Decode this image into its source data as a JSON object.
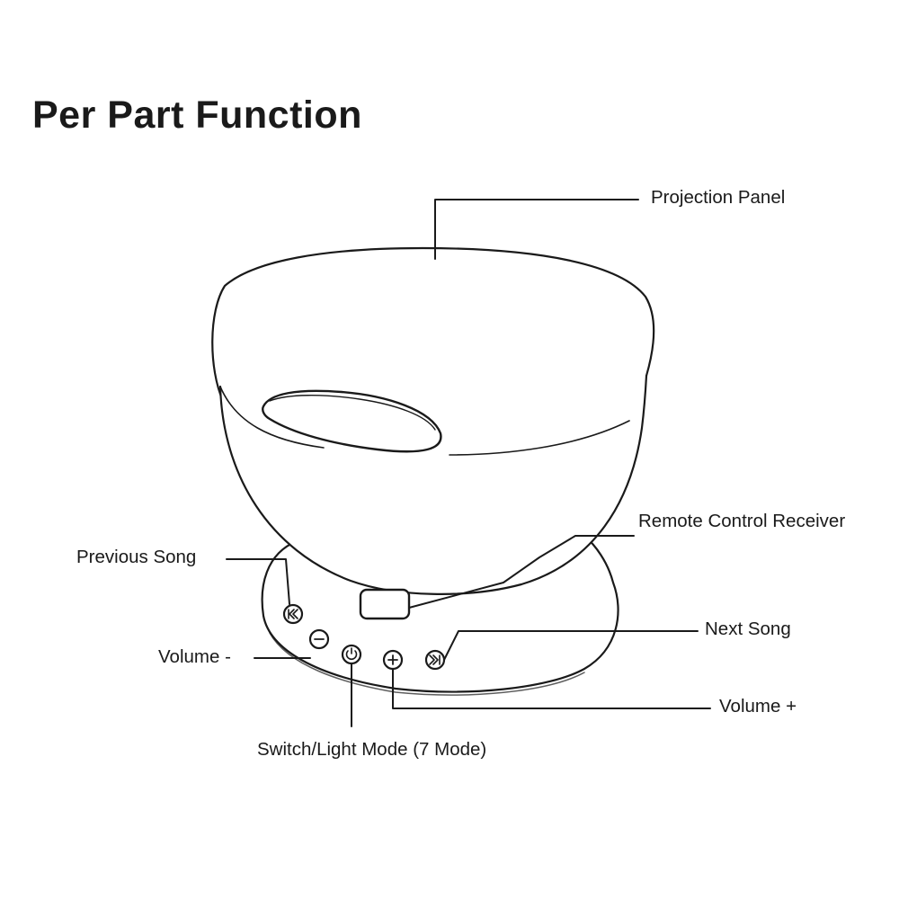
{
  "title": "Per Part Function",
  "colors": {
    "ink": "#1a1a1a",
    "background": "#ffffff"
  },
  "labels": {
    "projection_panel": "Projection Panel",
    "remote_control_receiver": "Remote Control Receiver",
    "previous_song": "Previous Song",
    "next_song": "Next Song",
    "volume_down": "Volume -",
    "volume_up": "Volume +",
    "switch_light_mode": "Switch/Light Mode (7 Mode)"
  },
  "buttons": [
    {
      "name": "previous-song-button",
      "icon": "previous-track-icon"
    },
    {
      "name": "volume-down-button",
      "icon": "minus-icon"
    },
    {
      "name": "power-button",
      "icon": "power-icon"
    },
    {
      "name": "volume-up-button",
      "icon": "plus-icon"
    },
    {
      "name": "next-song-button",
      "icon": "next-track-icon"
    }
  ]
}
